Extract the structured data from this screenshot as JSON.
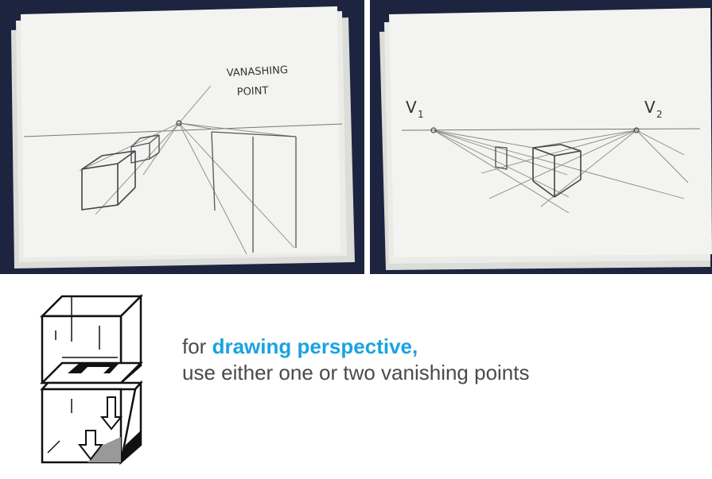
{
  "photos": {
    "left": {
      "label_line1": "VANASHING",
      "label_line2": "POINT"
    },
    "right": {
      "label_v1_letter": "V",
      "label_v1_sub": "1",
      "label_v2_letter": "V",
      "label_v2_sub": "2"
    }
  },
  "caption": {
    "prefix": "for ",
    "highlight": "drawing perspective,",
    "line2": "use either one or two vanishing points"
  },
  "colors": {
    "accent": "#1aa3e0",
    "text": "#4a4a4a",
    "backdrop": "#1a2238",
    "paper": "#f3f3f1"
  },
  "icon": {
    "name": "perspective-cube-icon"
  }
}
